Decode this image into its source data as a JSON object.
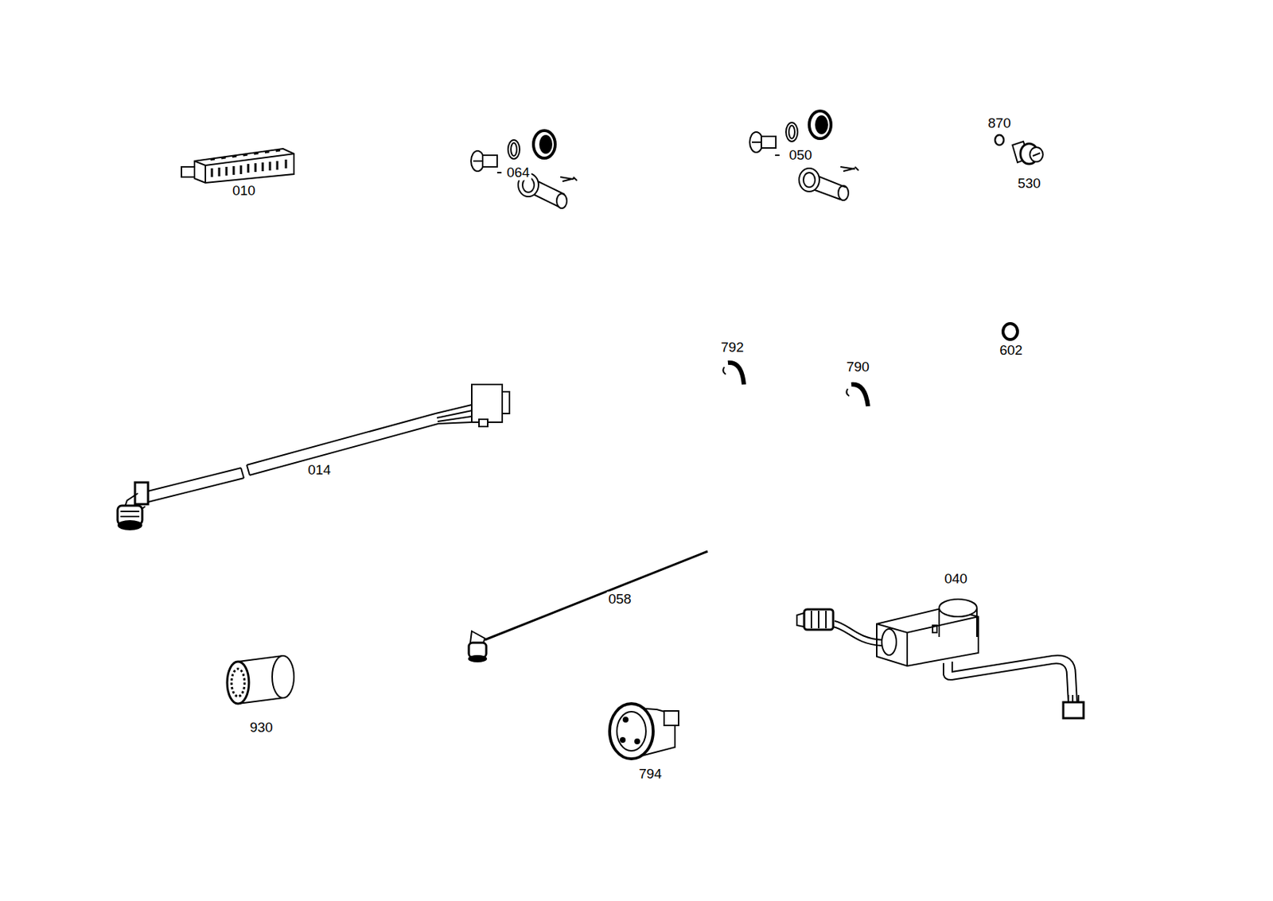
{
  "diagram": {
    "labels": [
      "010",
      "064",
      "050",
      "870",
      "530",
      "792",
      "602",
      "790",
      "014",
      "058",
      "040",
      "930",
      "794"
    ]
  }
}
